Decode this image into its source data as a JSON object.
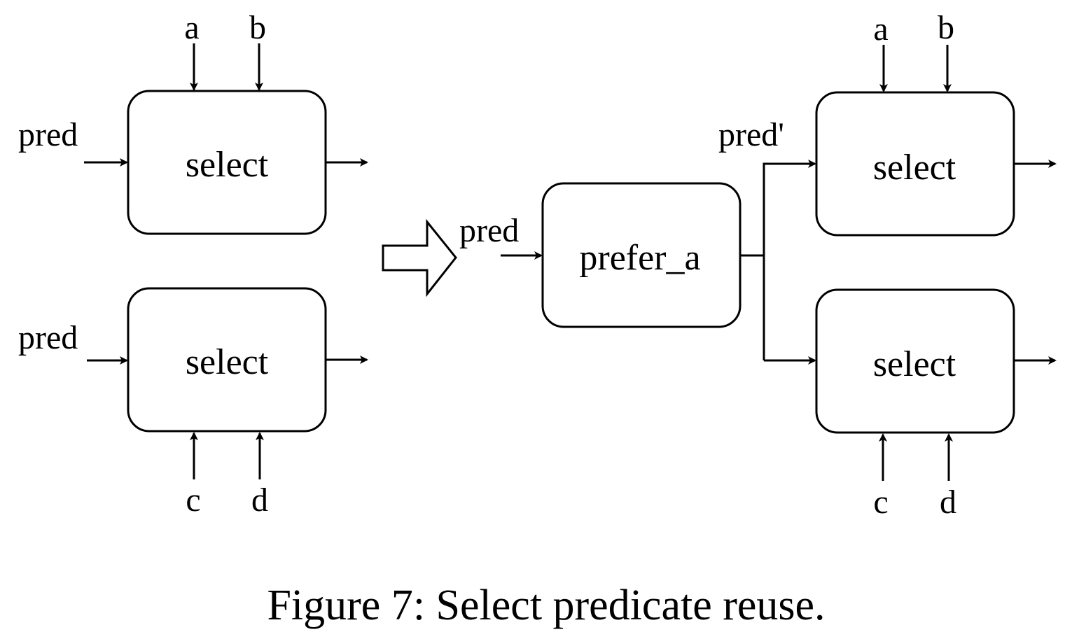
{
  "left": {
    "top_select": {
      "label": "select",
      "pred": "pred",
      "in_a": "a",
      "in_b": "b"
    },
    "bottom_select": {
      "label": "select",
      "pred": "pred",
      "in_c": "c",
      "in_d": "d"
    }
  },
  "transform_arrow": "hollow-right-arrow",
  "right": {
    "prefer": {
      "label": "prefer_a",
      "pred": "pred"
    },
    "pred_prime": "pred'",
    "top_select": {
      "label": "select",
      "in_a": "a",
      "in_b": "b"
    },
    "bottom_select": {
      "label": "select",
      "in_c": "c",
      "in_d": "d"
    }
  },
  "caption": "Figure 7: Select predicate reuse.",
  "colors": {
    "stroke": "#000000",
    "background": "#ffffff"
  }
}
